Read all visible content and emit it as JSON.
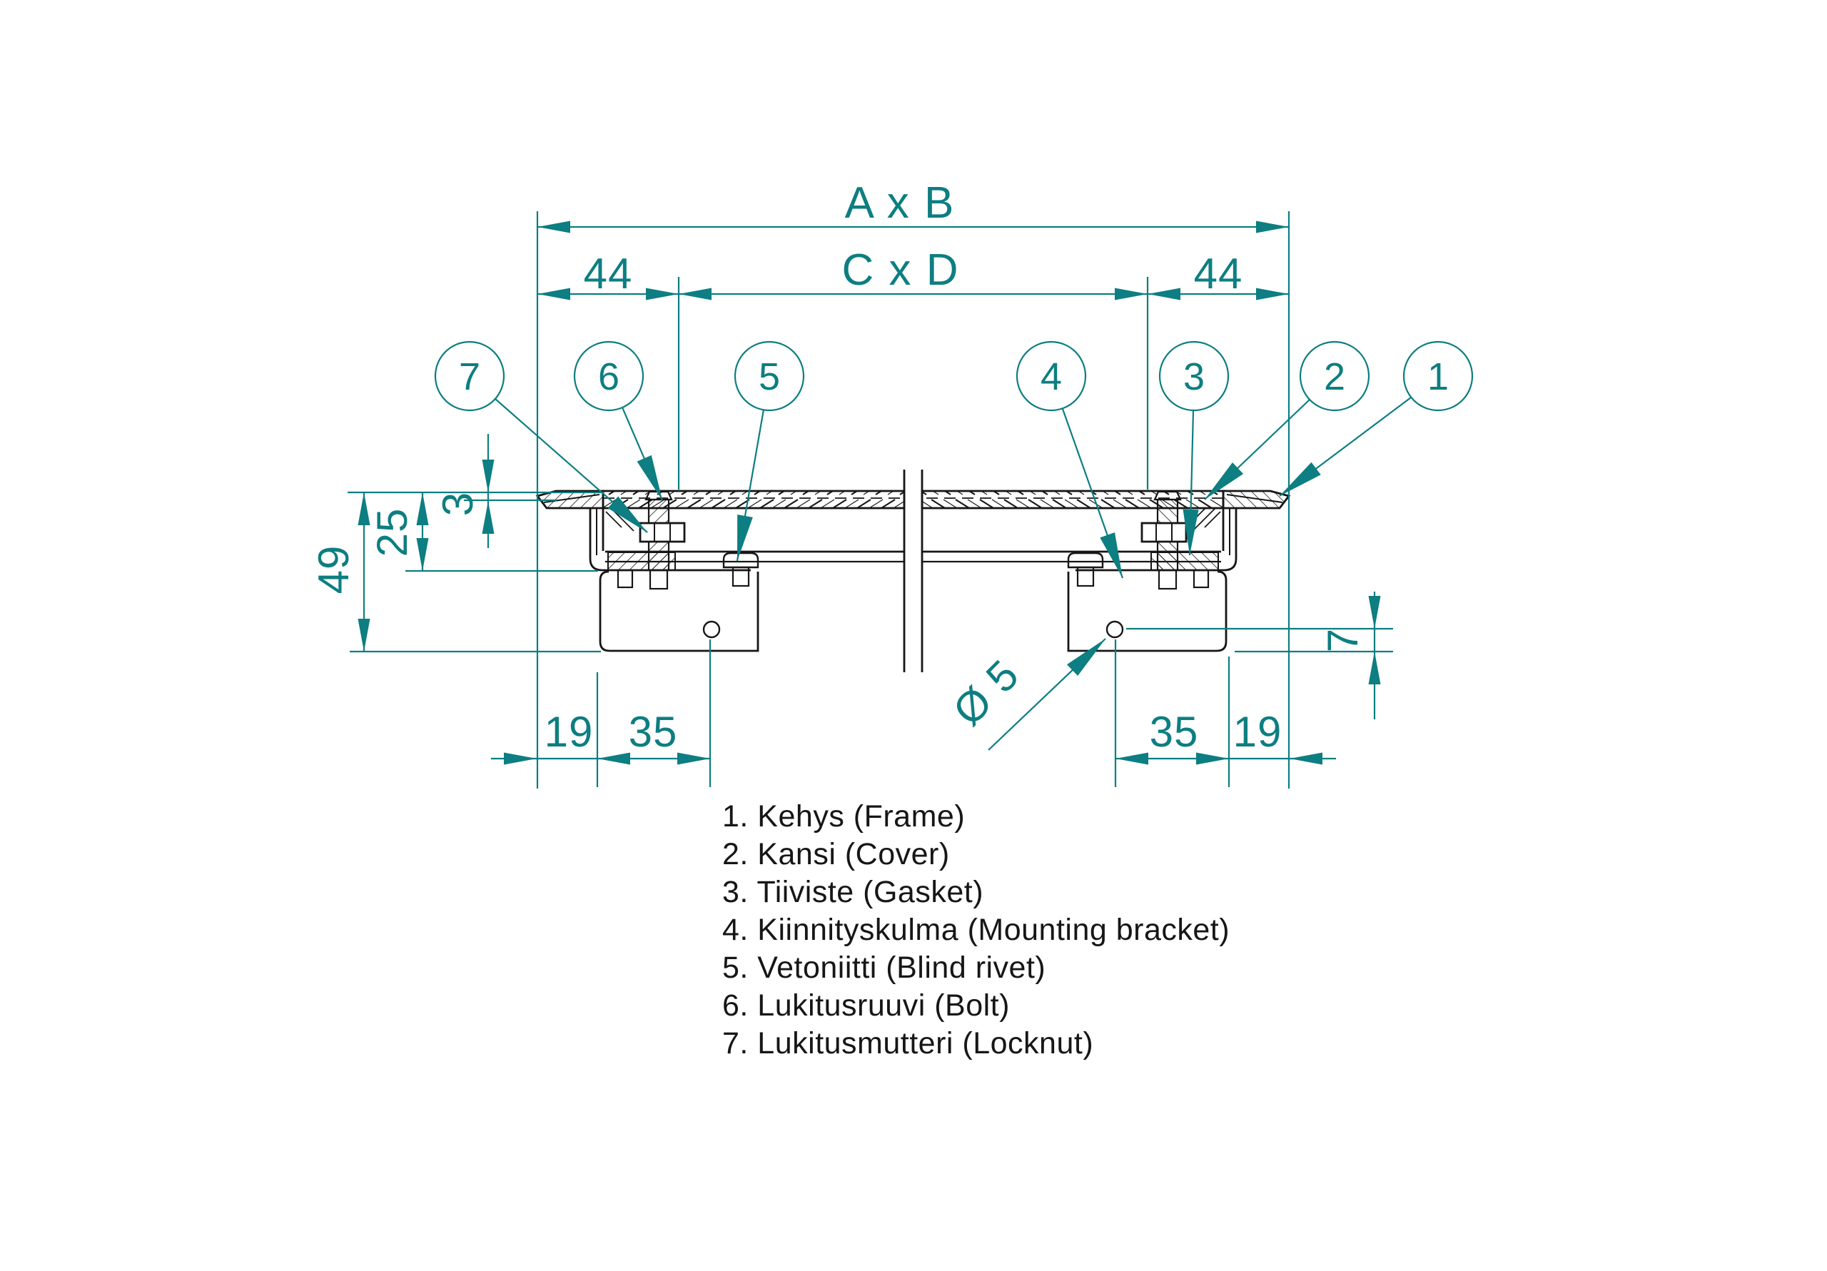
{
  "drawing": {
    "type": "cross-section technical drawing of access panel",
    "language": "Finnish / English"
  },
  "dimensions": {
    "overall_width": "A x B",
    "opening_width": "C x D",
    "flange_left": "44",
    "flange_right": "44",
    "cover_thickness": "3",
    "frame_depth": "25",
    "total_depth": "49",
    "hole_edge_offset": "7",
    "hole_diameter": "Ø 5",
    "bottom_left_outer": "19",
    "bottom_left_inner": "35",
    "bottom_right_inner": "35",
    "bottom_right_outer": "19"
  },
  "balloons": [
    "7",
    "6",
    "5",
    "4",
    "3",
    "2",
    "1"
  ],
  "legend": {
    "items": [
      "1. Kehys (Frame)",
      "2. Kansi (Cover)",
      "3. Tiiviste (Gasket)",
      "4. Kiinnityskulma (Mounting bracket)",
      "5. Vetoniitti (Blind rivet)",
      "6. Lukitusruuvi (Bolt)",
      "7. Lukitusmutteri (Locknut)"
    ]
  },
  "colors": {
    "dimension_accent": "#0d7e81",
    "drawing_lines": "#161616",
    "background": "#ffffff"
  }
}
